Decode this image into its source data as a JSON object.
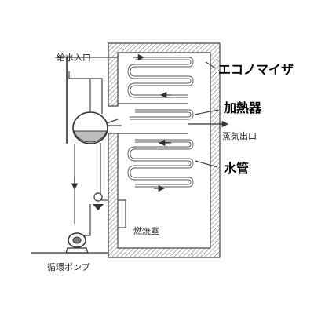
{
  "diagram": {
    "labels": {
      "feedwater_inlet": "給水入口",
      "economizer": "エコノマイザ",
      "heater": "加熱器",
      "steam_outlet": "蒸気出口",
      "water_tube": "水管",
      "combustion_chamber": "燃焼室",
      "circulation_pump": "循環ポンプ"
    }
  }
}
